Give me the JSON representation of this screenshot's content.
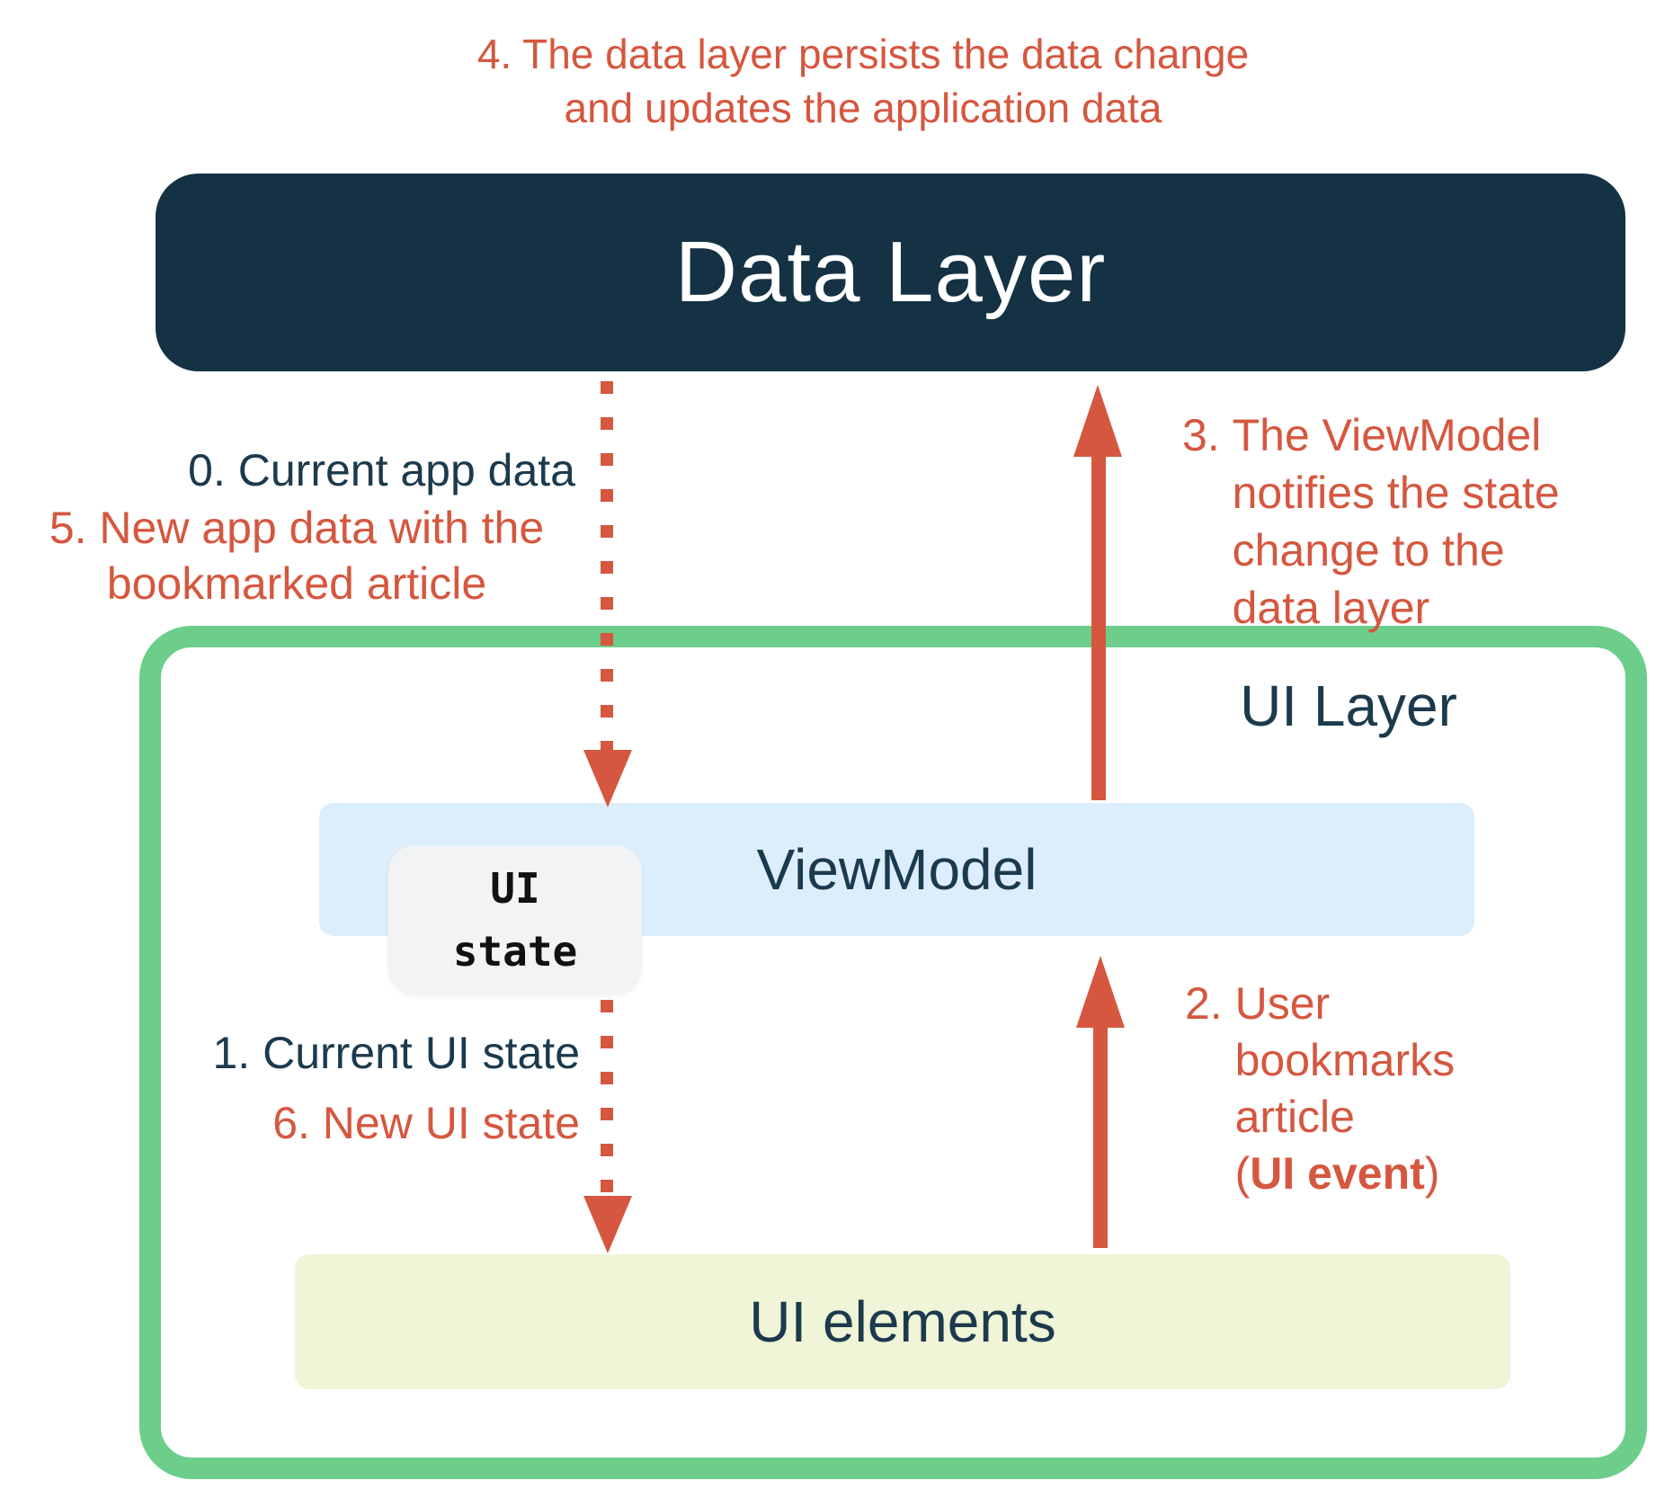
{
  "colors": {
    "accent_red": "#D5573F",
    "data_layer_bg": "#143243",
    "navy_text": "#1C3A4E",
    "ui_layer_border": "#6CCE8A",
    "viewmodel_bg": "#DCEEFB",
    "ui_elements_bg": "#EFF5D6",
    "chip_bg": "#F1F3F4"
  },
  "caption": {
    "line1": "4. The data layer persists the data change",
    "line2": "and updates the application data"
  },
  "data_layer": {
    "title": "Data Layer"
  },
  "ui_layer": {
    "title": "UI Layer"
  },
  "viewmodel": {
    "title": "ViewModel"
  },
  "ui_state_chip": {
    "line1": "UI",
    "line2": "state"
  },
  "ui_elements": {
    "title": "UI elements"
  },
  "labels": {
    "step0": "0. Current app data",
    "step5_line1": "5. New app data with the",
    "step5_line2": "bookmarked article",
    "step3_num": "3. ",
    "step3_lines": [
      "The ViewModel",
      "notifies the state",
      "change to the",
      "data layer"
    ],
    "step1": "1. Current UI state",
    "step6": "6. New UI state",
    "step2_num": "2. ",
    "step2_lines": [
      "User",
      "bookmarks",
      "article"
    ],
    "step2_event_open": "(",
    "step2_event_bold": "UI event",
    "step2_event_close": ")"
  },
  "arrows": {
    "dotted_data_to_viewmodel": "data-layer to viewmodel (app data)",
    "dotted_viewmodel_to_ui": "viewmodel to ui-elements (ui state)",
    "solid_viewmodel_to_data": "viewmodel to data-layer (state change)",
    "solid_ui_to_viewmodel": "ui-elements to viewmodel (ui event)"
  }
}
